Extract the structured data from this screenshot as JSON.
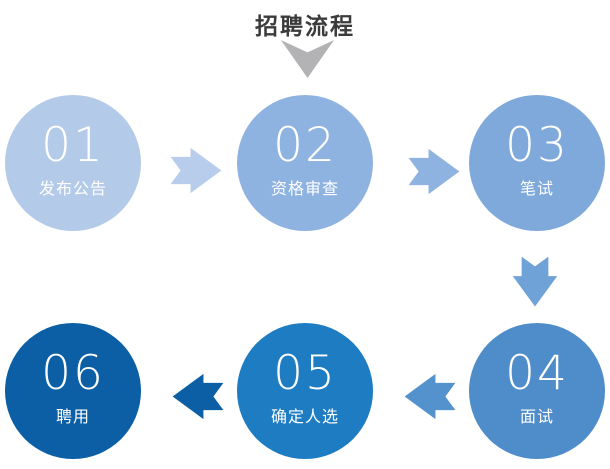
{
  "title": "招聘流程",
  "colors": {
    "title_text": "#3b3b3b",
    "title_arrow": "#b3b3b6",
    "circle_text": "#ffffff"
  },
  "steps": [
    {
      "number": "01",
      "label": "发布公告",
      "color": "#b4cae9"
    },
    {
      "number": "02",
      "label": "资格审查",
      "color": "#8fb3e0"
    },
    {
      "number": "03",
      "label": "笔试",
      "color": "#7ea9da"
    },
    {
      "number": "04",
      "label": "面试",
      "color": "#4e8dc9"
    },
    {
      "number": "05",
      "label": "确定人选",
      "color": "#1d7cc2"
    },
    {
      "number": "06",
      "label": "聘用",
      "color": "#0c5fa4"
    }
  ],
  "arrows": [
    {
      "from": "01",
      "to": "02",
      "direction": "right",
      "color": "#b7cdeb"
    },
    {
      "from": "02",
      "to": "03",
      "direction": "right",
      "color": "#8fb3e0"
    },
    {
      "from": "03",
      "to": "04",
      "direction": "down",
      "color": "#6fa3d8"
    },
    {
      "from": "04",
      "to": "05",
      "direction": "left",
      "color": "#5492cd"
    },
    {
      "from": "05",
      "to": "06",
      "direction": "left",
      "color": "#0c5fa4"
    }
  ]
}
